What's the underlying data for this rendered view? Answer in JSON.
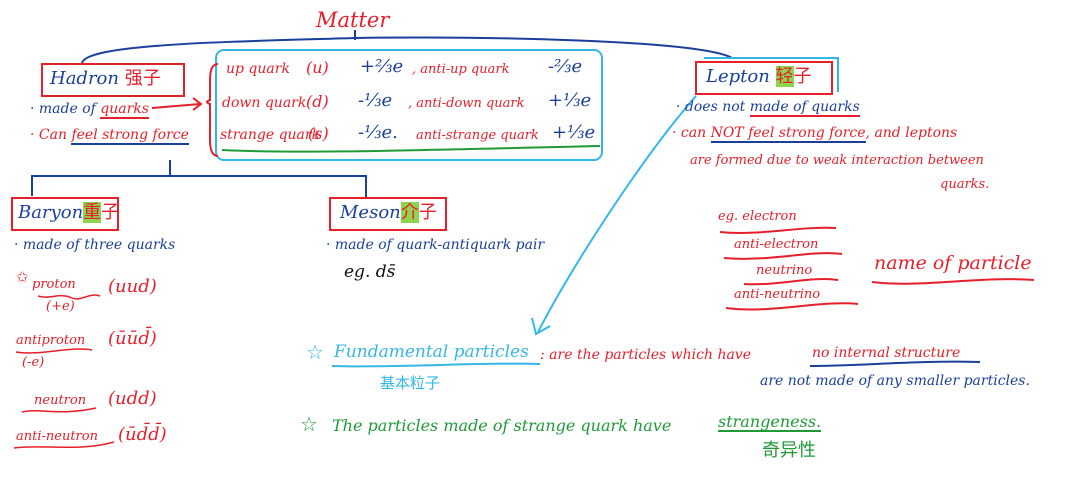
{
  "colors": {
    "red": "#e5202a",
    "blue": "#1a3f9c",
    "cyan": "#35b7e6",
    "green": "#1f9a37",
    "black": "#111111",
    "highlight": "#8fd44f"
  },
  "matter": {
    "title": "Matter"
  },
  "hadron": {
    "title": "Hadron",
    "title_cn": "强子",
    "bullet1_prefix": "· made of",
    "bullet1_ul": "quarks",
    "bullet2_prefix": "· Can",
    "bullet2_ul": "feel strong force"
  },
  "quarks": [
    {
      "name": "up quark",
      "symbol": "(u)",
      "charge": "+⅔e",
      "anti_name": ", anti-up quark",
      "anti_charge": "-⅔e"
    },
    {
      "name": "down quark",
      "symbol": "(d)",
      "charge": "-⅓e",
      "anti_name": ", anti-down quark",
      "anti_charge": "+⅓e"
    },
    {
      "name": "strange quark",
      "symbol": "(s)",
      "charge": "-⅓e.",
      "anti_name": "anti-strange quark",
      "anti_charge": "+⅓e"
    }
  ],
  "lepton": {
    "title_prefix": "Lepton",
    "title_hl": "轻",
    "title_suffix": "子",
    "bullet1_prefix": "· does not",
    "bullet1_ul": "made of quarks",
    "bullet2_prefix": "· can",
    "bullet2_ul": "NOT feel strong force",
    "bullet2_suffix": ", and leptons",
    "bullet2_cont": "are formed due to weak interaction between",
    "bullet2_cont2": "quarks.",
    "examples": [
      "eg. electron",
      "anti-electron",
      "neutrino",
      "anti-neutrino"
    ],
    "examples_label": "name of particle"
  },
  "baryon": {
    "title_prefix": "Baryon",
    "title_hl": "重",
    "title_suffix": "子",
    "bullet": "· made of three quarks",
    "particles": [
      {
        "name": "proton",
        "composition": "(uud)",
        "charge": "(+e)"
      },
      {
        "name": "antiproton",
        "composition": "(ūūd̄)",
        "charge": "(-e)"
      },
      {
        "name": "neutron",
        "composition": "(udd)",
        "charge": ""
      },
      {
        "name": "anti-neutron",
        "composition": "(ūd̄d̄)",
        "charge": ""
      }
    ]
  },
  "meson": {
    "title": "Meson",
    "title_hl": "介",
    "title_suffix": "子",
    "bullet": "· made of quark-antiquark pair",
    "example": "eg.  ds̄"
  },
  "fundamental": {
    "star": "☆",
    "term": "Fundamental particles",
    "definition": ": are the particles which have",
    "definition_ul": "no internal structure",
    "definition_cont": "are not made of any smaller particles.",
    "cn": "基本粒子"
  },
  "strangeness": {
    "star": "☆",
    "text": "The particles made of strange quark have",
    "term": "strangeness.",
    "cn": "奇异性"
  }
}
